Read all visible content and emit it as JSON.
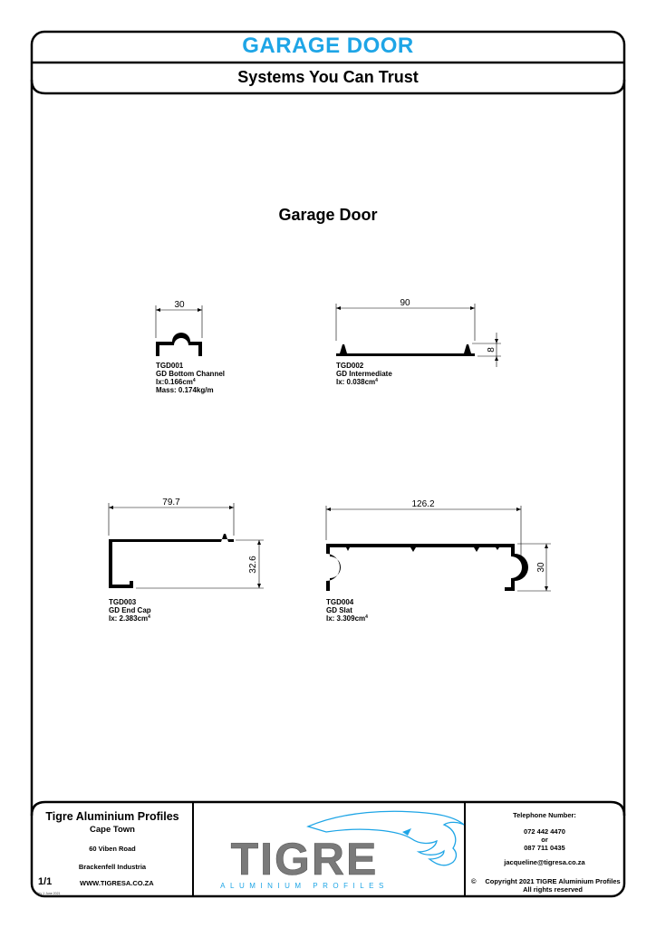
{
  "header": {
    "title": "GARAGE DOOR",
    "subtitle": "Systems You Can Trust"
  },
  "drawing": {
    "title": "Garage Door",
    "parts": [
      {
        "code": "TGD001",
        "name": "GD Bottom Channel",
        "ix_prefix": "Ix:0.166cm",
        "ix_exp": "4",
        "mass": "Mass: 0.174kg/m",
        "dimensions": [
          "30"
        ]
      },
      {
        "code": "TGD002",
        "name": "GD Intermediate",
        "ix_prefix": "Ix: 0.038cm",
        "ix_exp": "4",
        "dimensions": [
          "90",
          "8"
        ]
      },
      {
        "code": "TGD003",
        "name": "GD End Cap",
        "ix_prefix": "Ix: 2.383cm",
        "ix_exp": "4",
        "dimensions": [
          "79.7",
          "32.6"
        ]
      },
      {
        "code": "TGD004",
        "name": "GD Slat",
        "ix_prefix": "Ix: 3.309cm",
        "ix_exp": "4",
        "dimensions": [
          "126.2",
          "30"
        ]
      }
    ]
  },
  "footer": {
    "company": "Tigre Aluminium Profiles",
    "city": "Cape Town",
    "address_line1": "60 Viben Road",
    "address_line2": "Brackenfell Industria",
    "page": "1/1",
    "revision": "Rev 1 June 2021",
    "website": "WWW.TIGRESA.CO.ZA",
    "logo_text": "TIGRE",
    "logo_sub": "ALUMINIUM PROFILES",
    "telephone_label": "Telephone Number:",
    "phone1": "072 442 4470",
    "phone_or": "or",
    "phone2": "087 711 0435",
    "email": "jacqueline@tigresa.co.za",
    "copyright_symbol": "©",
    "copyright_line1": "Copyright 2021 TIGRE Aluminium Profiles",
    "copyright_line2": "All rights reserved"
  },
  "colors": {
    "accent": "#1ea5e6",
    "logo_grey": "#7a7a7a",
    "line": "#000000"
  }
}
